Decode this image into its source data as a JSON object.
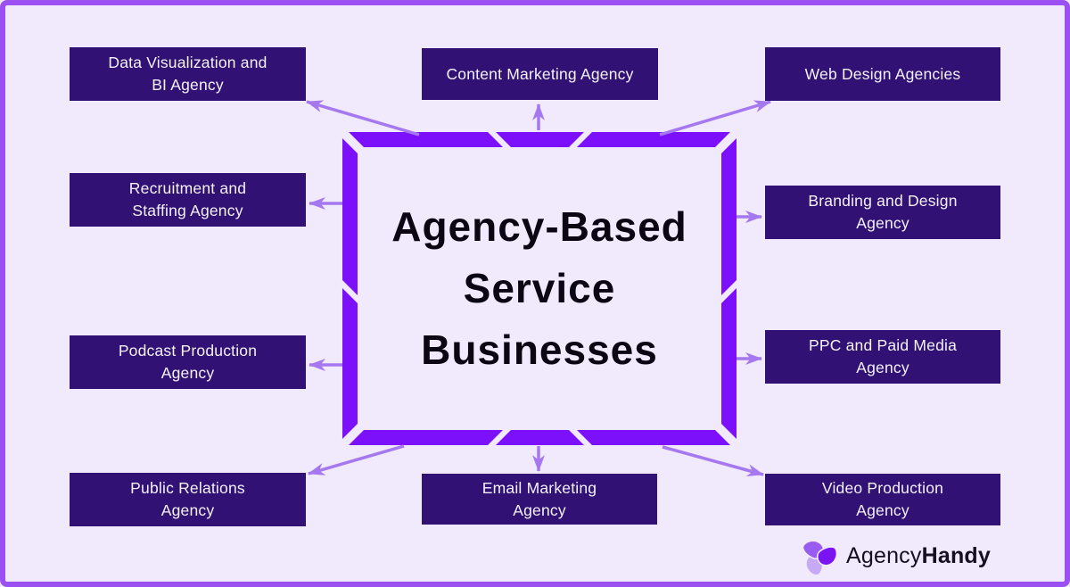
{
  "title": {
    "text": "Agency-Based\nService\nBusinesses"
  },
  "nodes": [
    {
      "id": "data-visualization-and-bi-agency",
      "label": "Data Visualization and\nBI Agency"
    },
    {
      "id": "content-marketing-agency",
      "label": "Content Marketing Agency"
    },
    {
      "id": "web-design-agencies",
      "label": "Web Design Agencies"
    },
    {
      "id": "recruitment-and-staffing-agency",
      "label": "Recruitment and\nStaffing Agency"
    },
    {
      "id": "branding-and-design-agency",
      "label": "Branding and Design\nAgency"
    },
    {
      "id": "podcast-production-agency",
      "label": "Podcast Production\nAgency"
    },
    {
      "id": "ppc-and-paid-media-agency",
      "label": "PPC and Paid Media\nAgency"
    },
    {
      "id": "public-relations-agency",
      "label": "Public Relations\nAgency"
    },
    {
      "id": "email-marketing-agency",
      "label": "Email Marketing\nAgency"
    },
    {
      "id": "video-production-agency",
      "label": "Video Production\nAgency"
    }
  ],
  "logo": {
    "name_regular": "Agency",
    "name_bold": "Handy"
  },
  "colors": {
    "background": "#f0eafc",
    "outer_frame": "#9b51f1",
    "center_frame": "#7c10fa",
    "arrow": "#a678f0",
    "node_fill": "#311173",
    "node_text": "#f5f1fb",
    "title_text": "#0b0613",
    "logo_dark_petal": "#7a14f2",
    "logo_mid_petal": "#9a5bf0",
    "logo_light_petal": "#c7aaf6"
  }
}
